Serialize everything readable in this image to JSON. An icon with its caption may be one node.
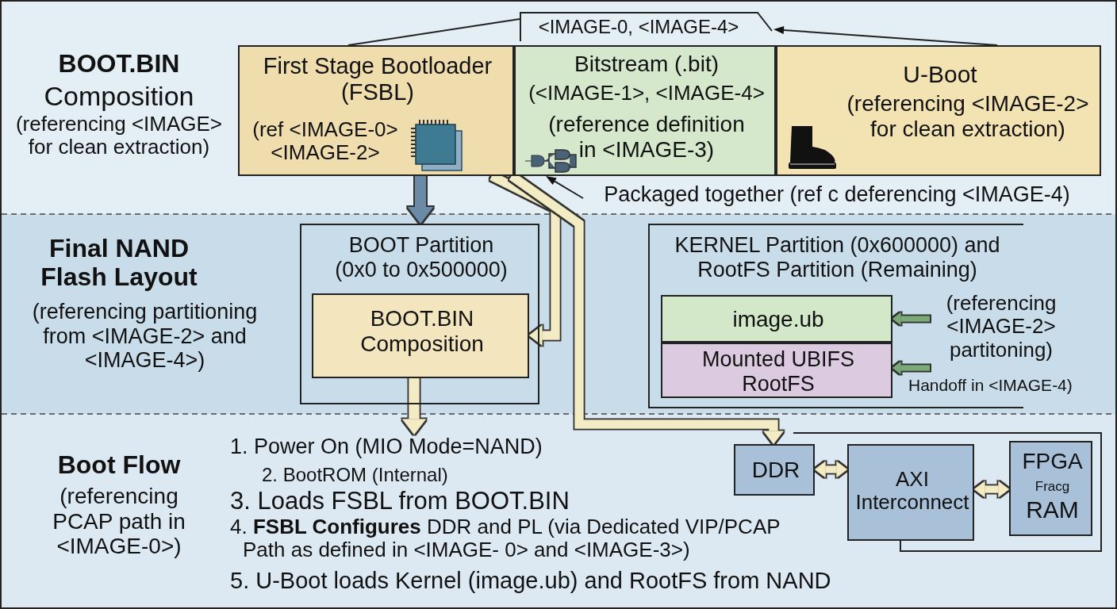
{
  "diagram": {
    "nodes": [
      {
        "text": [
          "First Stage Bootloader (FSBL)",
          "(ref <IMAGE-0> <IMAGE-2>"
        ]
      },
      {
        "text": [
          "Bitstream (.bit)",
          "(<IMAGE-1>, <IMAGE-4>",
          "(reference definition in <IMAGE-3)"
        ]
      },
      {
        "text": [
          "U-Boot",
          "(referencing <IMAGE-2> for clean extraction)"
        ]
      },
      {
        "text": [
          "<IMAGE-0, <IMAGE-4>"
        ]
      },
      {
        "text": [
          "Packaged together (ref c deferencing <IMAGE-4)"
        ]
      },
      {
        "text": [
          "BOOT Partition (0x0 to 0x500000)"
        ]
      },
      {
        "text": [
          "BOOT.BIN Composition"
        ],
        "in": 5
      },
      {
        "text": [
          "KERNEL Partition (0x600000) and RootFS Partition (Remaining)"
        ]
      },
      {
        "text": [
          "image.ub"
        ],
        "in": 7
      },
      {
        "text": [
          "Mounted UBIFS RootFS"
        ],
        "in": 7
      },
      {
        "text": [
          "(referencing <IMAGE-2> partitoning)"
        ]
      },
      {
        "text": [
          "1. Power On (MIO Mode=NAND)"
        ]
      },
      {
        "text": [
          "DDR"
        ]
      },
      {
        "text": [
          "AXI Interconnect"
        ]
      },
      {
        "text": [
          "FPGA",
          "Fracg",
          "RAM"
        ]
      }
    ],
    "edges": [
      {
        "from": 0,
        "to": 3,
        "arrow": "none",
        "color": "#222222"
      },
      {
        "from": 2,
        "to": 3,
        "arrow": "to",
        "color": "#222222"
      },
      {
        "from": 4,
        "to": 1,
        "arrow": "to",
        "color": "#222222"
      },
      {
        "from": 0,
        "to": 5,
        "arrow": "to",
        "color": "#6a8aa6"
      },
      {
        "from": 0,
        "to": 6,
        "arrow": "to"
      },
      {
        "from": 0,
        "to": 12,
        "arrow": "to"
      },
      {
        "from": 6,
        "to": 11,
        "arrow": "to"
      },
      {
        "from": 10,
        "to": 8,
        "arrow": "to",
        "color": "#7aaa78"
      },
      {
        "from": 10,
        "to": 9,
        "arrow": "to",
        "color": "#7aaa78"
      },
      {
        "from": 12,
        "to": 13,
        "arrow": "both"
      },
      {
        "from": 13,
        "to": 14,
        "arrow": "both"
      }
    ],
    "labels": [
      "BOOT.BIN",
      "Composition",
      "(referencing <IMAGE> for clean extraction)",
      "Final NAND Flash Layout",
      "(referencing partitioning from <IMAGE-2> and <IMAGE-4>)",
      "Handoff in <IMAGE-4)",
      "Boot Flow",
      "(referencing PCAP path in <IMAGE-0>)",
      "2. BootROM (Internal)",
      "3. Loads FSBL from BOOT.BIN",
      "4. **FSBL Configures** DDR and PL (via Dedicated VIP/PCAP Path as defined in <IMAGE- 0> and <IMAGE-3>)",
      "5. U-Boot loads Kernel (image.ub) and RootFS from NAND"
    ]
  }
}
